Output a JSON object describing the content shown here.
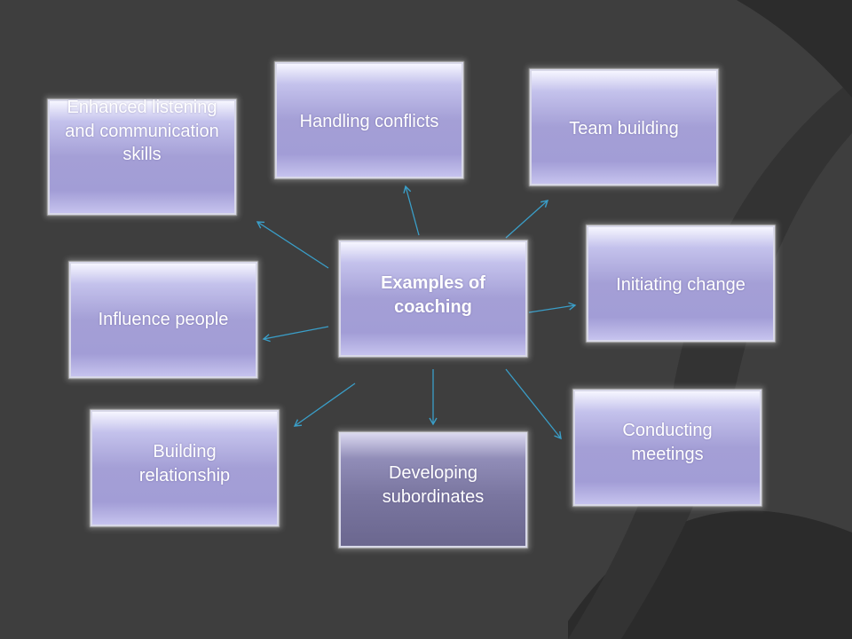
{
  "slide": {
    "center": "Examples of coaching",
    "nodes": {
      "listening": "Enhanced listening and communication skills",
      "conflicts": "Handling conflicts",
      "team": "Team building",
      "change": "Initiating change",
      "influence": "Influence people",
      "relationship": "Building relationship",
      "subordinates": "Developing subordinates",
      "meetings": "Conducting meetings"
    }
  },
  "colors": {
    "background": "#3f3f3f",
    "box": "#a49fd6",
    "box_dark": "#7a76a0",
    "arrow": "#3a9ec8"
  }
}
